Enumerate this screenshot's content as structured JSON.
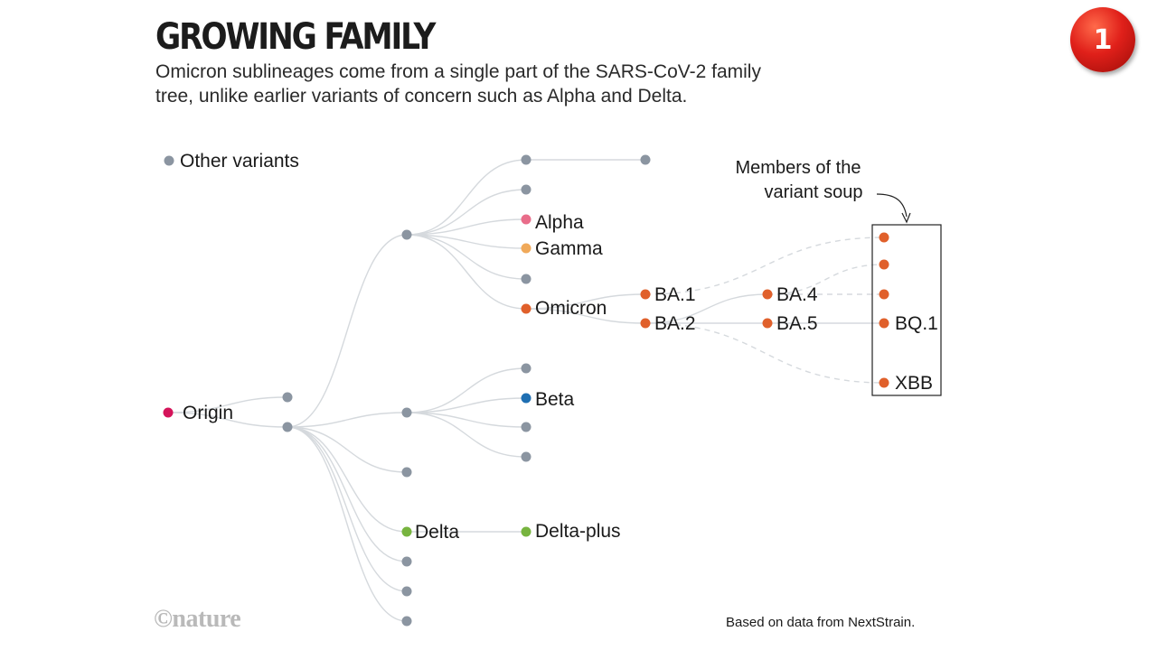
{
  "header": {
    "title": "GROWING FAMILY",
    "subtitle_line1": "Omicron sublineages come from a single part of the SARS-CoV-2 family",
    "subtitle_line2": "tree, unlike earlier variants of concern such as Alpha and Delta."
  },
  "legend": {
    "label": "Other variants"
  },
  "annotation": {
    "line1": "Members of the",
    "line2": "variant soup"
  },
  "colors": {
    "other": "#8b95a1",
    "origin": "#d4145a",
    "alpha": "#e96d8a",
    "gamma": "#f0a95a",
    "omicron": "#e0602b",
    "beta": "#1f6fb2",
    "delta": "#77b43f",
    "edge": "#d5d9dd"
  },
  "variant_labels": {
    "origin": "Origin",
    "alpha": "Alpha",
    "gamma": "Gamma",
    "omicron": "Omicron",
    "beta": "Beta",
    "delta": "Delta",
    "delta_plus": "Delta-plus",
    "ba1": "BA.1",
    "ba2": "BA.2",
    "ba4": "BA.4",
    "ba5": "BA.5",
    "bq1": "BQ.1",
    "xbb": "XBB"
  },
  "footer": {
    "logo": "©nature",
    "source": "Based on data from NextStrain."
  },
  "slide_number": "1"
}
